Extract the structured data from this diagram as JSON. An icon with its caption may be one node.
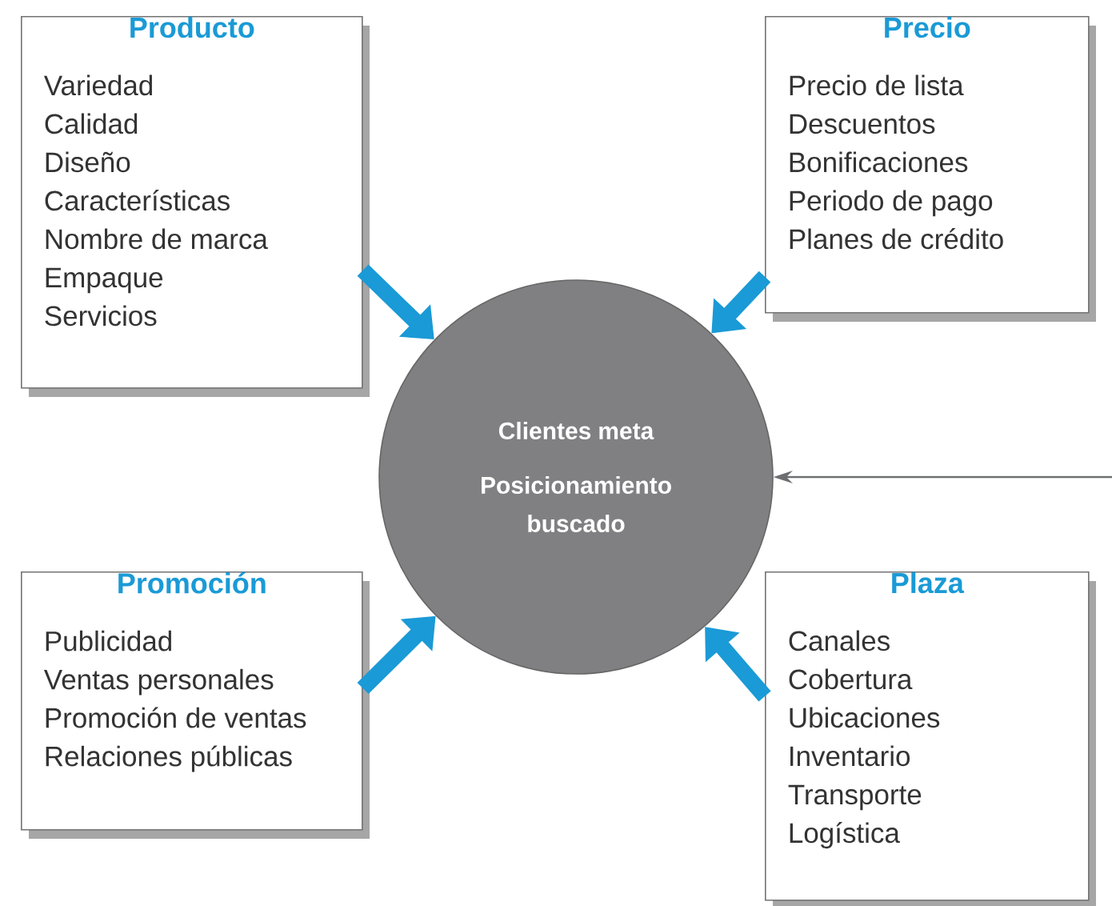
{
  "diagram": {
    "nodes": [
      {
        "text": [
          "Producto",
          "Variedad",
          "Calidad",
          "Diseño",
          "Características",
          "Nombre de marca",
          "Empaque",
          "Servicios"
        ]
      },
      {
        "text": [
          "Precio",
          "Precio de lista",
          "Descuentos",
          "Bonificaciones",
          "Periodo de pago",
          "Planes de crédito"
        ]
      },
      {
        "text": [
          "Clientes meta",
          "Posicionamiento buscado"
        ]
      },
      {
        "text": [
          "Promoción",
          "Publicidad",
          "Ventas personales",
          "Promoción de ventas",
          "Relaciones públicas"
        ]
      },
      {
        "text": [
          "Plaza",
          "Canales",
          "Cobertura",
          "Ubicaciones",
          "Inventario",
          "Transporte",
          "Logística"
        ]
      }
    ],
    "edges": [
      {
        "from": 0,
        "to": 2,
        "arrow": "to"
      },
      {
        "from": 1,
        "to": 2,
        "arrow": "to"
      },
      {
        "from": 3,
        "to": 2,
        "arrow": "to"
      },
      {
        "from": 4,
        "to": 2,
        "arrow": "to"
      },
      {
        "from": null,
        "to": 2,
        "arrow": "to",
        "color": "#6d6e70"
      }
    ]
  }
}
